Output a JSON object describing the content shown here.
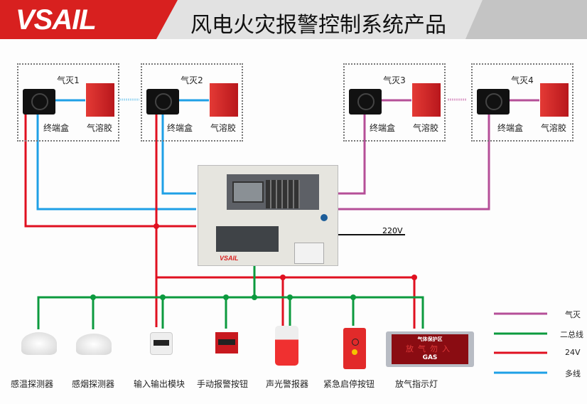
{
  "header": {
    "logo": "VSAIL",
    "title": "风电火灾报警控制系统产品"
  },
  "zones": [
    {
      "label": "气灭1",
      "terminal": "终端盒",
      "aerosol": "气溶胶",
      "link_color": "#1ea0e6"
    },
    {
      "label": "气灭2",
      "terminal": "终端盒",
      "aerosol": "气溶胶",
      "link_color": "#1ea0e6"
    },
    {
      "label": "气灭3",
      "terminal": "终端盒",
      "aerosol": "气溶胶",
      "link_color": "#b54f98"
    },
    {
      "label": "气灭4",
      "terminal": "终端盒",
      "aerosol": "气溶胶",
      "link_color": "#b54f98"
    }
  ],
  "panel": {
    "logo": "VSAIL"
  },
  "power": {
    "label": "220V"
  },
  "devices": [
    {
      "label": "感温探测器",
      "icon": "heat-detector-icon"
    },
    {
      "label": "感烟探测器",
      "icon": "smoke-detector-icon"
    },
    {
      "label": "输入输出模块",
      "icon": "io-module-icon"
    },
    {
      "label": "手动报警按钮",
      "icon": "manual-alarm-button-icon"
    },
    {
      "label": "声光警报器",
      "icon": "strobe-siren-icon"
    },
    {
      "label": "紧急启停按钮",
      "icon": "emergency-start-stop-icon"
    },
    {
      "label": "放气指示灯",
      "icon": "gas-release-lamp-icon",
      "sign_top": "气体保护区",
      "sign_mid": "放气勿入",
      "sign_bottom": "GAS"
    }
  ],
  "legend": [
    {
      "label": "气灭",
      "color": "#b54f98"
    },
    {
      "label": "二总线",
      "color": "#0c9a3e"
    },
    {
      "label": "24V",
      "color": "#e01020"
    },
    {
      "label": "多线",
      "color": "#1ea0e6"
    }
  ]
}
